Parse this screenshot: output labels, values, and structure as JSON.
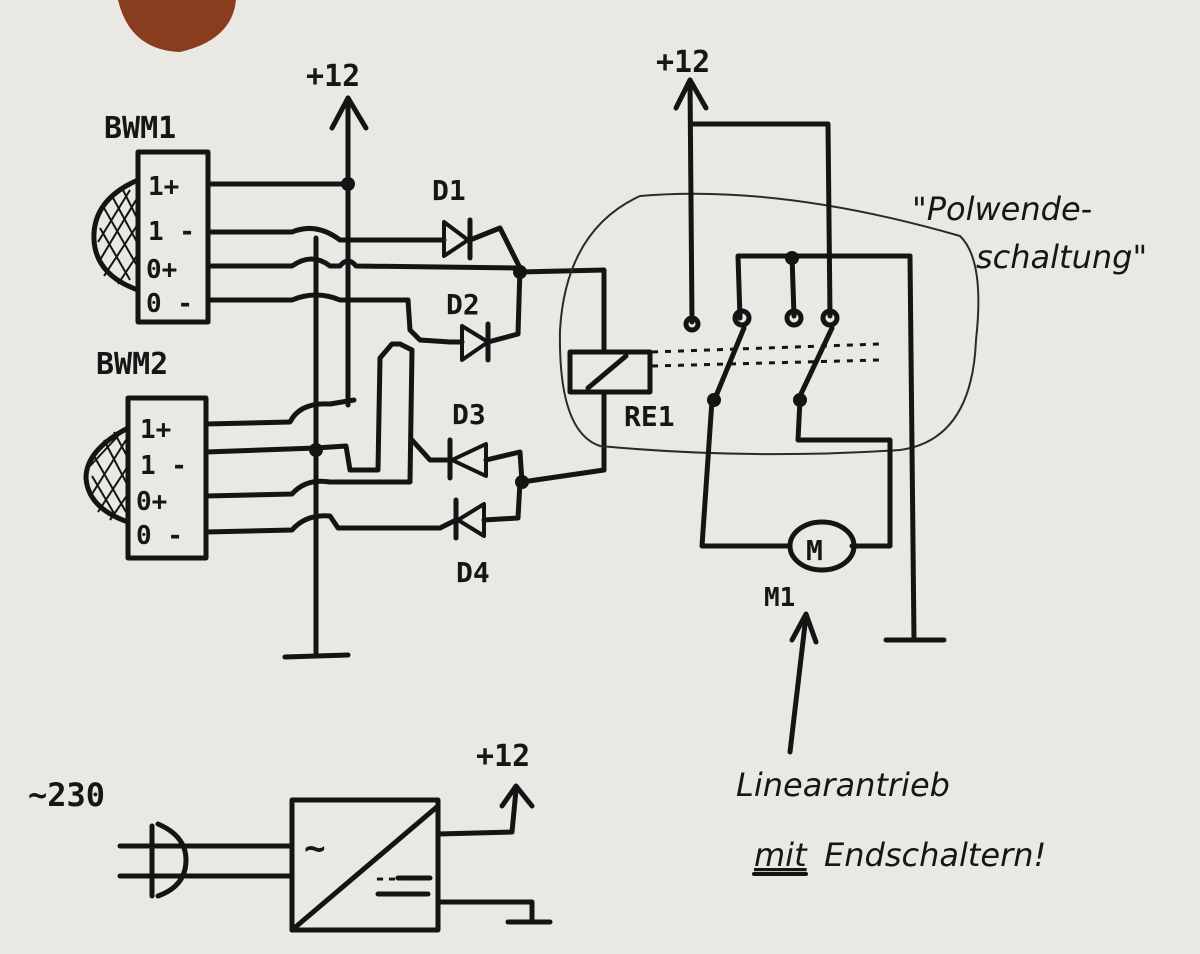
{
  "labels": {
    "supply_label": "+12",
    "sensor1_name": "BWM1",
    "sensor2_name": "BWM2",
    "pin_1p": "1+",
    "pin_1m": "1 -",
    "pin_0p": "0+",
    "pin_0m": "0 -",
    "d1": "D1",
    "d2": "D2",
    "d3": "D3",
    "d4": "D4",
    "relay": "RE1",
    "motor_symbol": "M",
    "motor_name": "M1",
    "polwende_line1": "\"Polwende-",
    "polwende_line2": "schaltung\"",
    "linear_line1": "Linearantrieb",
    "linear_mit": "mit",
    "linear_line2": "Endschaltern!",
    "mains": "~230",
    "ac_symbol": "~",
    "dc_symbol": "---"
  },
  "colors": {
    "ink": "#141414",
    "paper": "#e9e8e3",
    "corner_mark": "#8a3c1e"
  }
}
